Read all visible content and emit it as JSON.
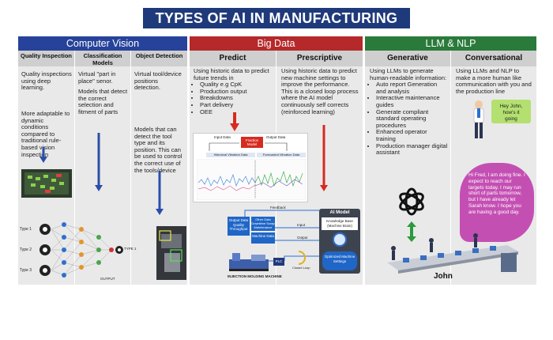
{
  "title": "TYPES OF AI IN MANUFACTURING",
  "colors": {
    "title_bg": "#1f3a7a",
    "cv": "#26429a",
    "bigdata": "#b5292b",
    "llm": "#2a7a3b"
  },
  "sections": {
    "cv": "Computer Vision",
    "bigdata": "Big Data",
    "llm": "LLM & NLP"
  },
  "columns": {
    "quality": {
      "title": "Quality Inspection",
      "p1": "Quality inspections using deep learning.",
      "p2": "More adaptable to dynamic conditions compared to traditional rule-based vision inspection"
    },
    "classification": {
      "title": "Classification Models",
      "p1": "Virtual \"part in place\" senor.",
      "p2": "Models that detect the correct selection and fitment of parts"
    },
    "object": {
      "title": "Object Detection",
      "p1": "Virtual tool/device positions detection.",
      "p2": "Models that can detect the tool type and its position. This can be used to control the correct use of the tools/device"
    },
    "predict": {
      "title": "Predict",
      "intro": "Using historic data to predict future trends in",
      "items": [
        "Quality e.g CpK",
        "Production output",
        "Breakdowns",
        "Part delivery",
        "OEE"
      ]
    },
    "prescriptive": {
      "title": "Prescriptive",
      "text": "Using historic data to predict new machine settings to improve the performance. This is a closed loop process where the AI model continuously self corrects (reinforced learning)"
    },
    "generative": {
      "title": "Generative",
      "intro": "Using LLMs to generate human-readable information:",
      "items": [
        "Auto report Generation and analysis",
        "Interactive maintenance guides",
        "Generate compliant standard operating procedures",
        "Enhanced operator training",
        "Production manager digital assistant"
      ]
    },
    "conversational": {
      "title": "Conversational",
      "text": "Using LLMs and NLP to make a more human like communication with you and the production line"
    }
  },
  "nn": {
    "inputs": [
      "Type 1",
      "Type 2",
      "Type 3"
    ],
    "output_label": "OUTPUT",
    "output_type": "TYPE 1"
  },
  "predict_diagram": {
    "input_data": "Input Data",
    "output_data": "Output Data",
    "model": "Fraction Model",
    "historical": "Historical Vibration Data",
    "forecasted": "Forecasted Vibration Data"
  },
  "prescriptive_diagram": {
    "feedback": "Feedback",
    "ai_model": "AI Model",
    "knowledge": "Knowledge Base (Machine Brain)",
    "output_data": "Output Data Quality Throughput",
    "other_data": "Other Data Downtime Scrap Maintenance",
    "machine_data": "Machine Data",
    "input": "Input",
    "output": "Output",
    "plc": "PLC",
    "closed_loop": "Closed Loop",
    "optimized": "Optimized Machine Settings",
    "machine": "INJECTION MOLDING MACHINE"
  },
  "chat": {
    "john": "Hey John, how's it going",
    "fred": "Hi Fred, I am doing fine. I expect to reach our targets today. I may run short of parts tomorrow, but I have already let Sarah know. I hope you are having a good day.",
    "name": "John"
  }
}
